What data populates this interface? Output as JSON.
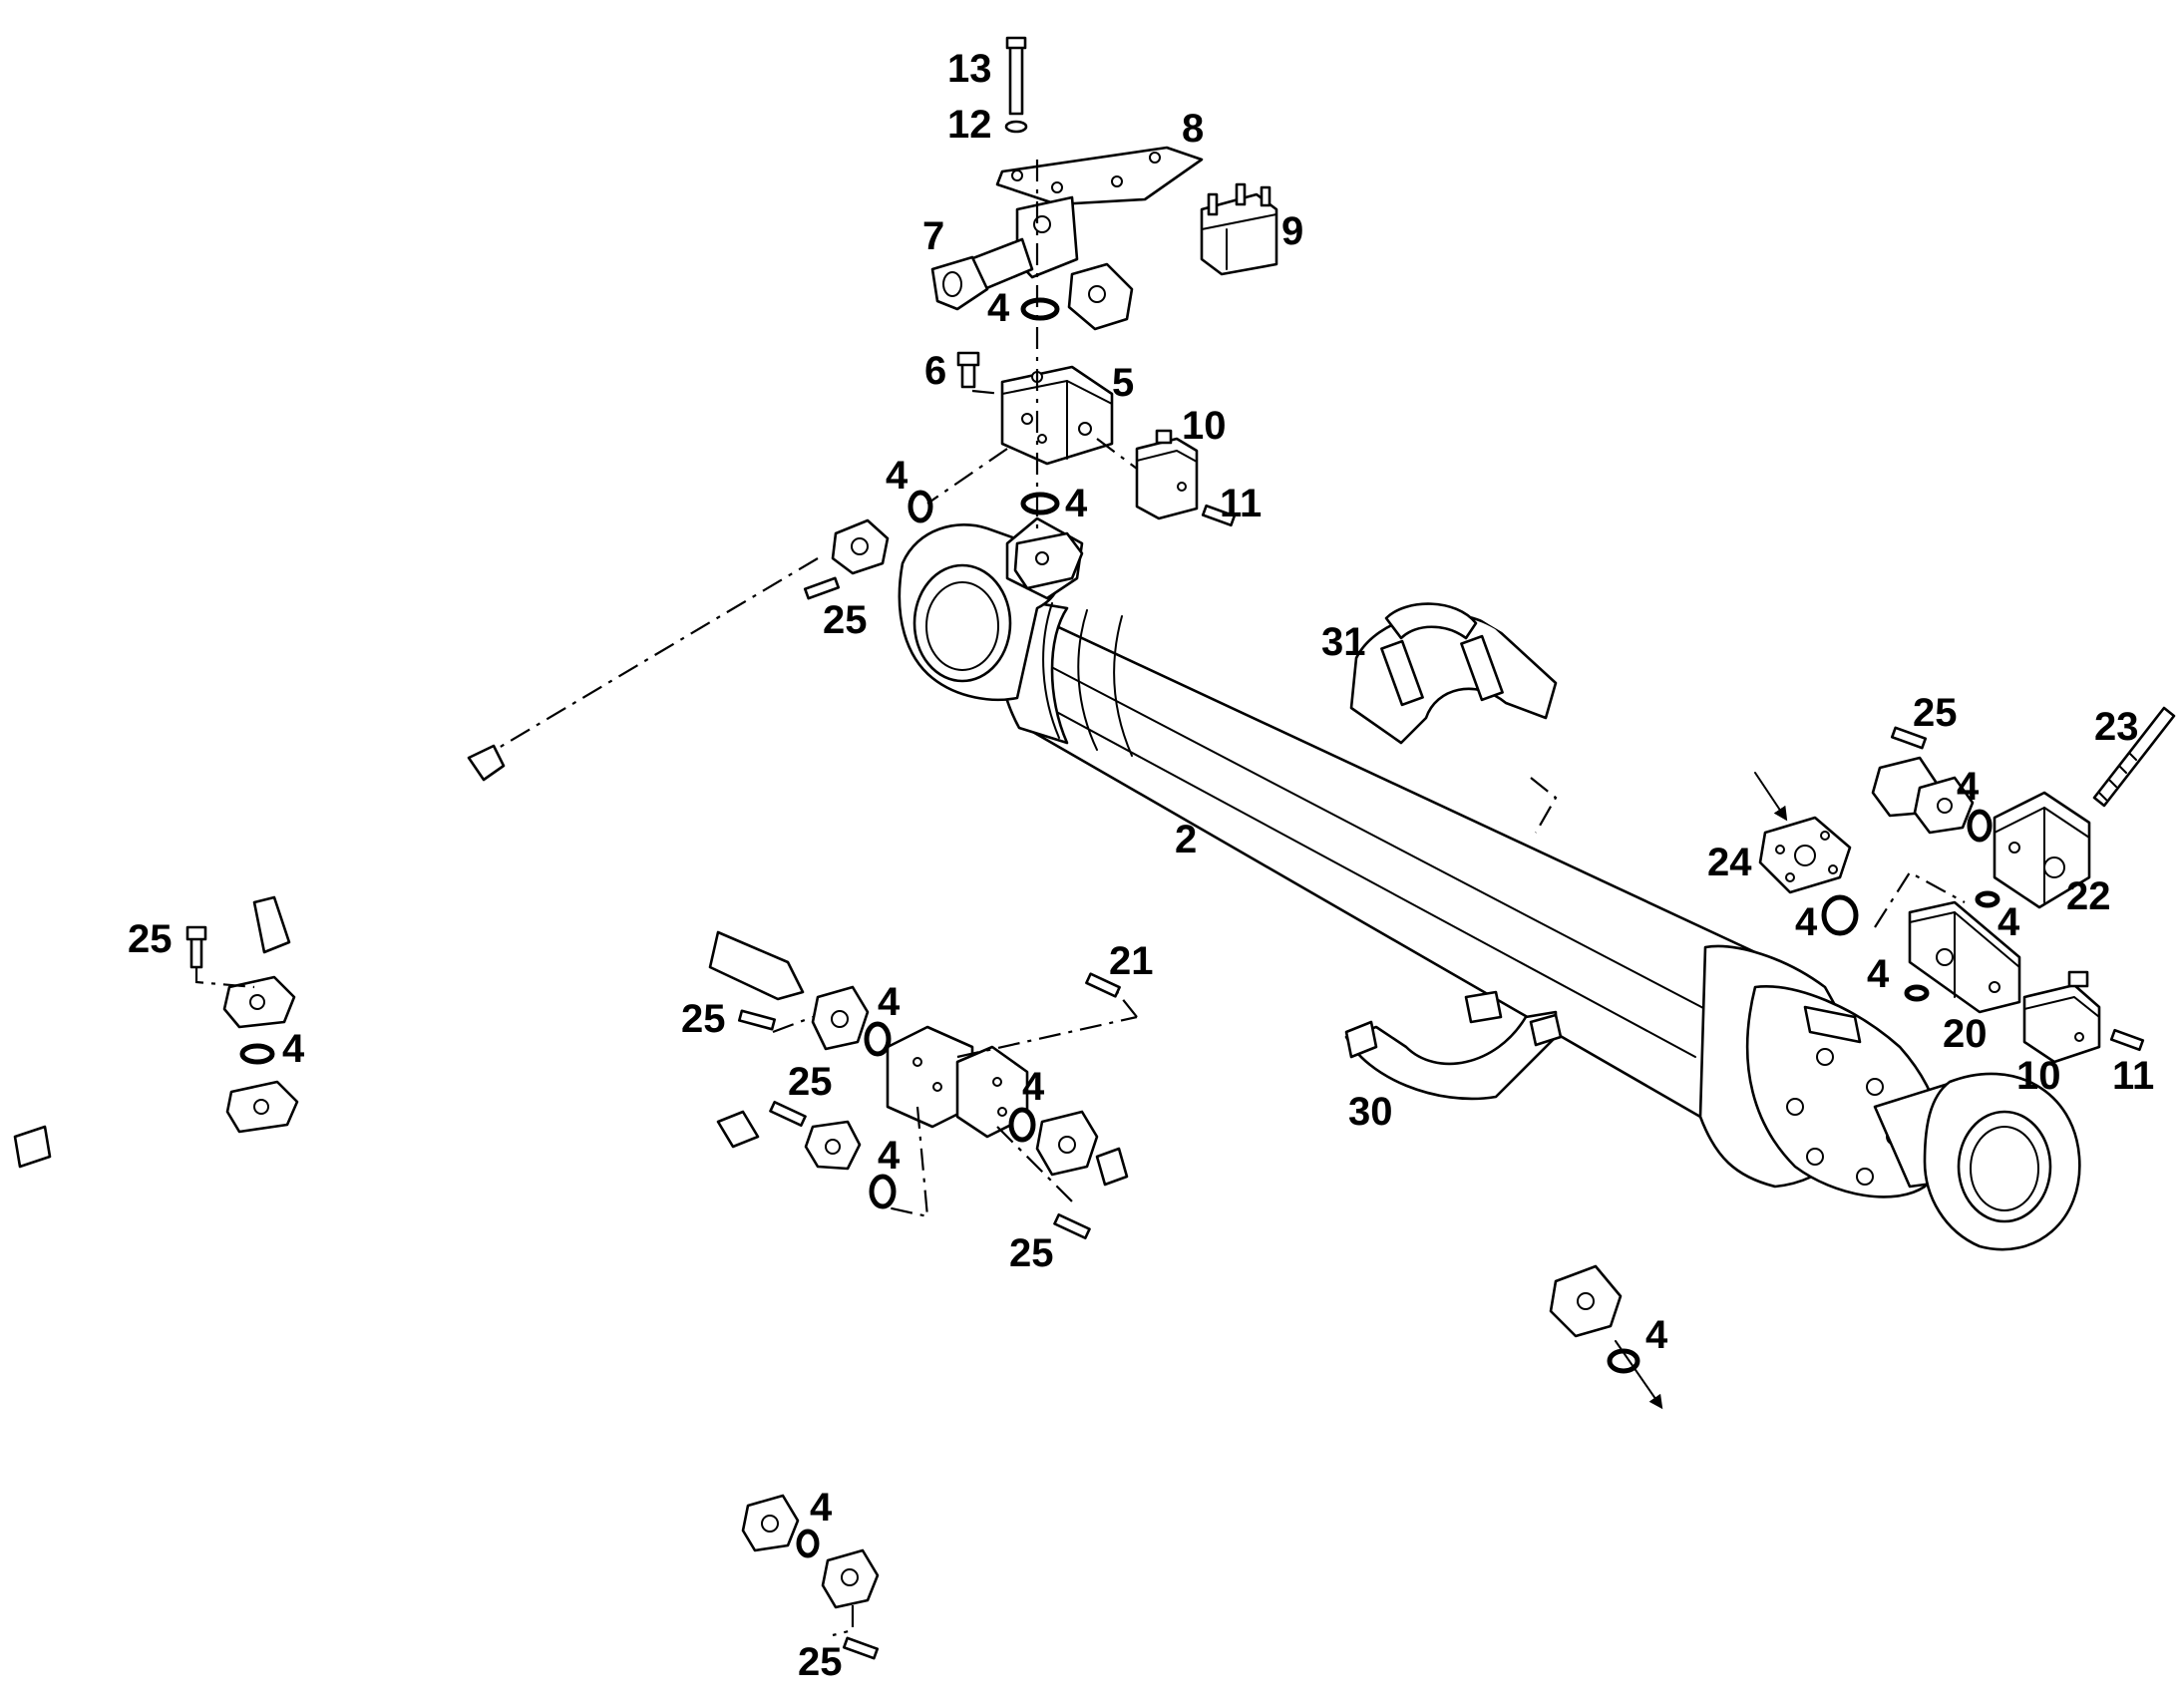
{
  "diagram": {
    "type": "exploded parts diagram",
    "callouts": {
      "c13": "13",
      "c12": "12",
      "c8": "8",
      "c7": "7",
      "c9": "9",
      "c4_block_top": "4",
      "c6": "6",
      "c5": "5",
      "c10_top": "10",
      "c4_left_block": "4",
      "c4_block_bottom": "4",
      "c11_top": "11",
      "c25_top": "25",
      "c31": "31",
      "c2": "2",
      "c25_right": "25",
      "c23": "23",
      "c4_right_flange": "4",
      "c24": "24",
      "c22": "22",
      "c4_right_ring": "4",
      "c4_right_block": "4",
      "c4_right_small": "4",
      "c20": "20",
      "c10_right": "10",
      "c11_right": "11",
      "c25_left": "25",
      "c4_left": "4",
      "c21": "21",
      "c25_mid": "25",
      "c4_mid_top": "4",
      "c25_mid_upper": "25",
      "c4_mid_right": "4",
      "c4_mid_left": "4",
      "c25_mid_lower": "25",
      "c30": "30",
      "c4_arrow": "4",
      "c4_bottom": "4",
      "c25_bottom": "25"
    }
  }
}
